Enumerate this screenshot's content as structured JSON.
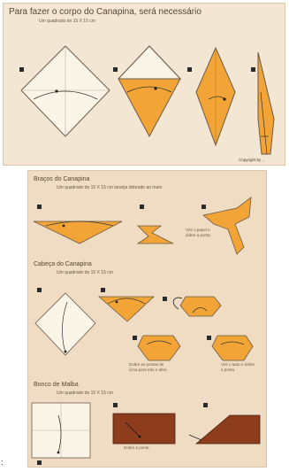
{
  "top_panel": {
    "title": "Para fazer o corpo do Canapina, será necessário",
    "subtitle": "Um quadrado de 15 X 15 cm",
    "credit": "Copyright by ..."
  },
  "bottom_panel": {
    "arms": {
      "title": "Braços do Canapina",
      "subtitle": "Um quadrado de 15 X 15 cm laranja dobrado ao meio",
      "note": "Vire o papel e dobre a ponta"
    },
    "head": {
      "title": "Cabeça do Canapina",
      "subtitle": "Um quadrado de 15 X 15 cm",
      "note_left": "Dobre as pontas de cima para trás e abra",
      "note_right": "Vire o lado e dobre a ponta"
    },
    "hat": {
      "title": "Bonco de Malba",
      "subtitle": "Um quadrado de 15 X 15 cm",
      "note": "Dobre a ponta"
    }
  },
  "colors": {
    "paper_white": "#fbf5e8",
    "paper_orange": "#f2a437",
    "paper_brown": "#8e3d1c",
    "panel_bg": "#f3e6d2"
  }
}
